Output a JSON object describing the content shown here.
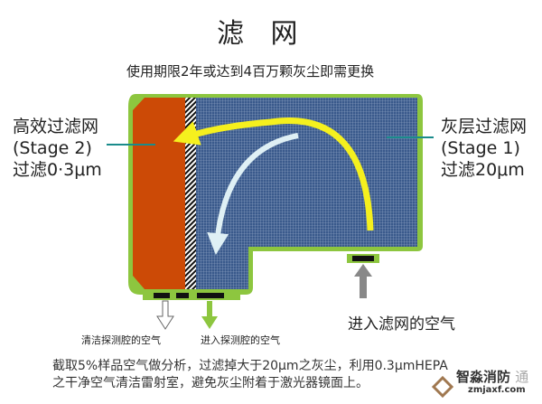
{
  "title": "滤 网",
  "subtitle": "使用期限2年或达到4百万颗灰尘即需更换",
  "stage2": {
    "name": "高效过滤网",
    "stage": "(Stage 2)",
    "filter": "过滤0·3μm"
  },
  "stage1": {
    "name": "灰层过滤网",
    "stage": "(Stage 1)",
    "filter": "过滤20μm"
  },
  "outlet_clean": "清洁探测腔的空气",
  "outlet_detect": "进入探测腔的空气",
  "inlet": "进入滤网的空气",
  "footer": [
    "截取5%样品空气做分析，过滤掉大于20μm之灰尘，利用0.3μmHEPA",
    "之干净空气清洁雷射室，避免灰尘附着于激光器镜面上。"
  ],
  "watermark": {
    "name": "智淼消防",
    "url": "zmjaxf.com",
    "extra": "通"
  },
  "colors": {
    "stage2": "#cc4a06",
    "stage1": "#3a5a8c",
    "frame": "#8dc63f",
    "flow": "#f5f01e"
  }
}
